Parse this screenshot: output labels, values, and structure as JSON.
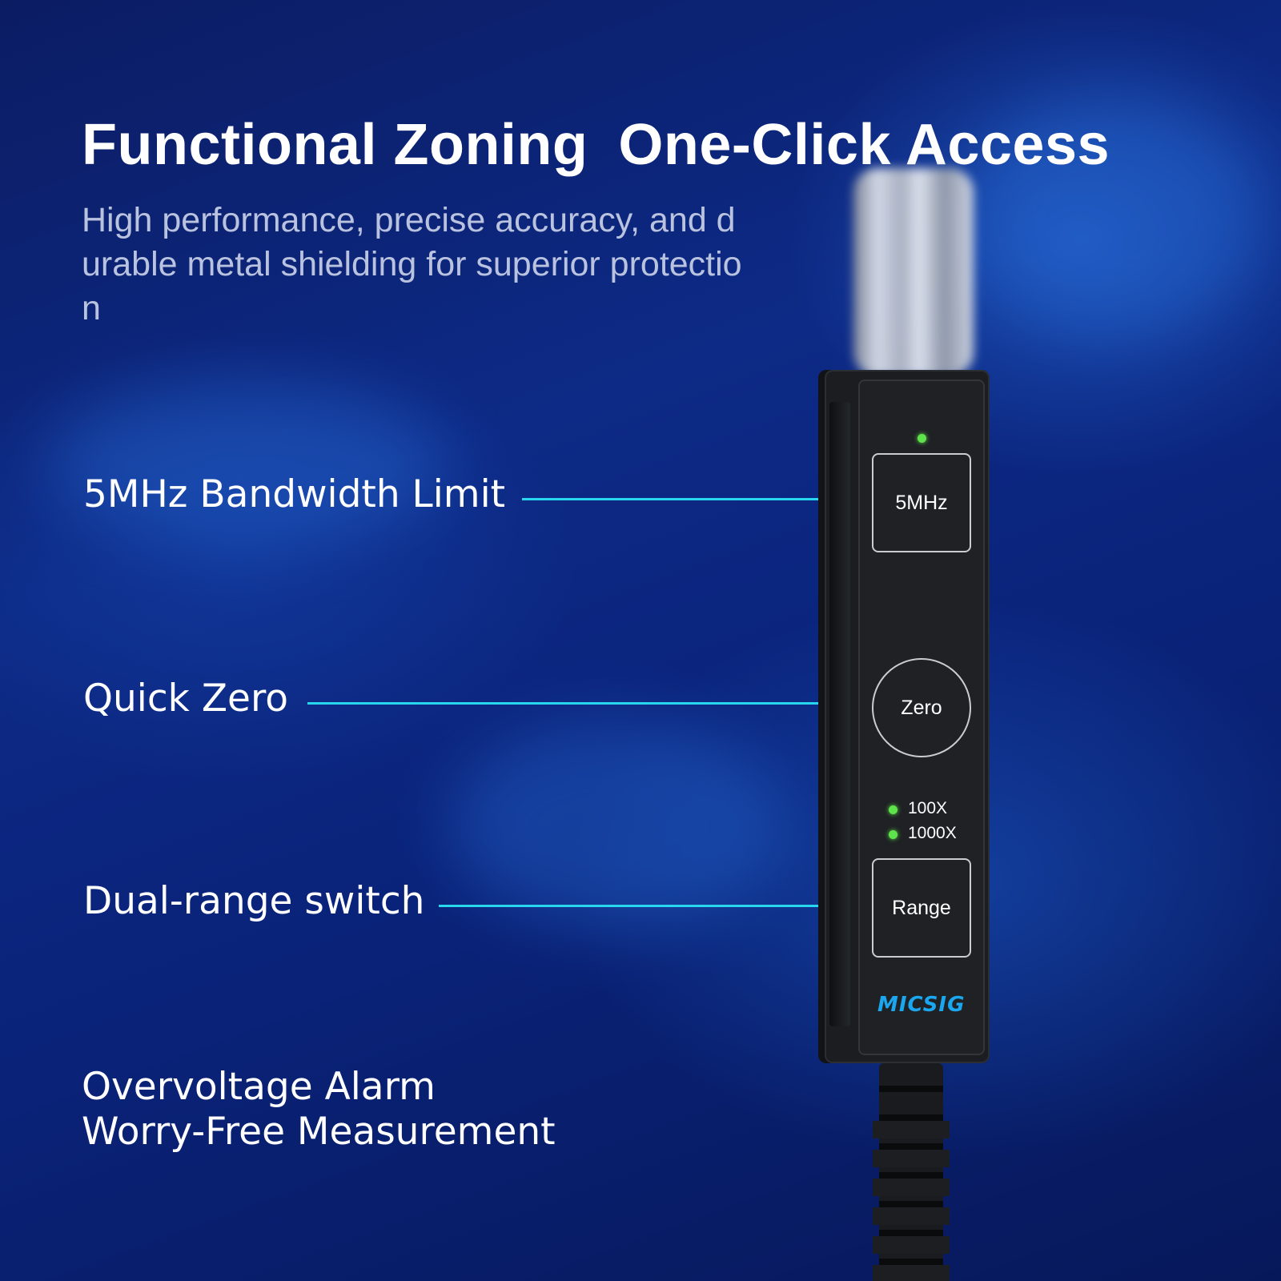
{
  "header": {
    "title_part1": "Functional Zoning",
    "title_part2": "One-Click Access",
    "subtitle": "High performance, precise accuracy, and durable metal shielding for superior protection"
  },
  "features": {
    "bandwidth": "5MHz Bandwidth Limit",
    "zero": "Quick Zero",
    "range": "Dual-range switch",
    "alarm_line1": "Overvoltage Alarm",
    "alarm_line2": "Worry-Free Measurement"
  },
  "device": {
    "button_5mhz": "5MHz",
    "button_zero": "Zero",
    "range_100x": "100X",
    "range_1000x": "1000X",
    "button_range": "Range",
    "brand_logo": "MICSIG"
  },
  "colors": {
    "accent_arrow": "#28d6ee",
    "led": "#5fe34a",
    "logo": "#1aa7f0"
  }
}
